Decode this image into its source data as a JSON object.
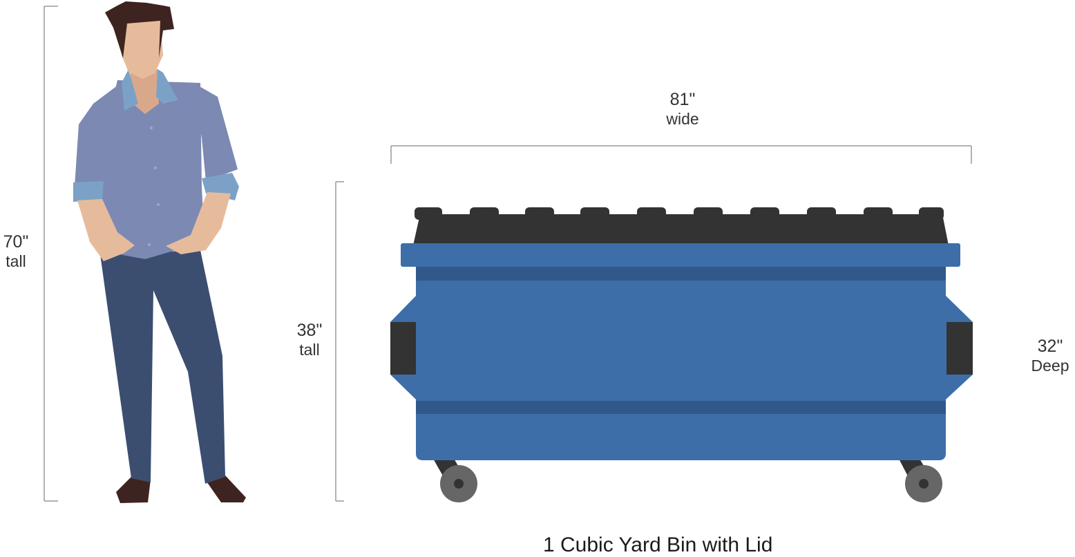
{
  "labels": {
    "person_height": {
      "value": "70\"",
      "unit": "tall"
    },
    "bin_height": {
      "value": "38\"",
      "unit": "tall"
    },
    "bin_width": {
      "value": "81\"",
      "unit": "wide"
    },
    "bin_depth": {
      "value": "32\"",
      "unit": "Deep"
    }
  },
  "caption": "1 Cubic Yard Bin with Lid",
  "colors": {
    "bin_body": "#3d6ea8",
    "bin_stripe": "#30588a",
    "bin_lid": "#333333",
    "bracket_line": "#999999",
    "person_shirt": "#7b89b3",
    "person_collar": "#7ba2c6",
    "person_skin": "#e6bb9c",
    "person_hair": "#3e2420",
    "person_jeans": "#3b4e70",
    "wheel": "#666666"
  }
}
